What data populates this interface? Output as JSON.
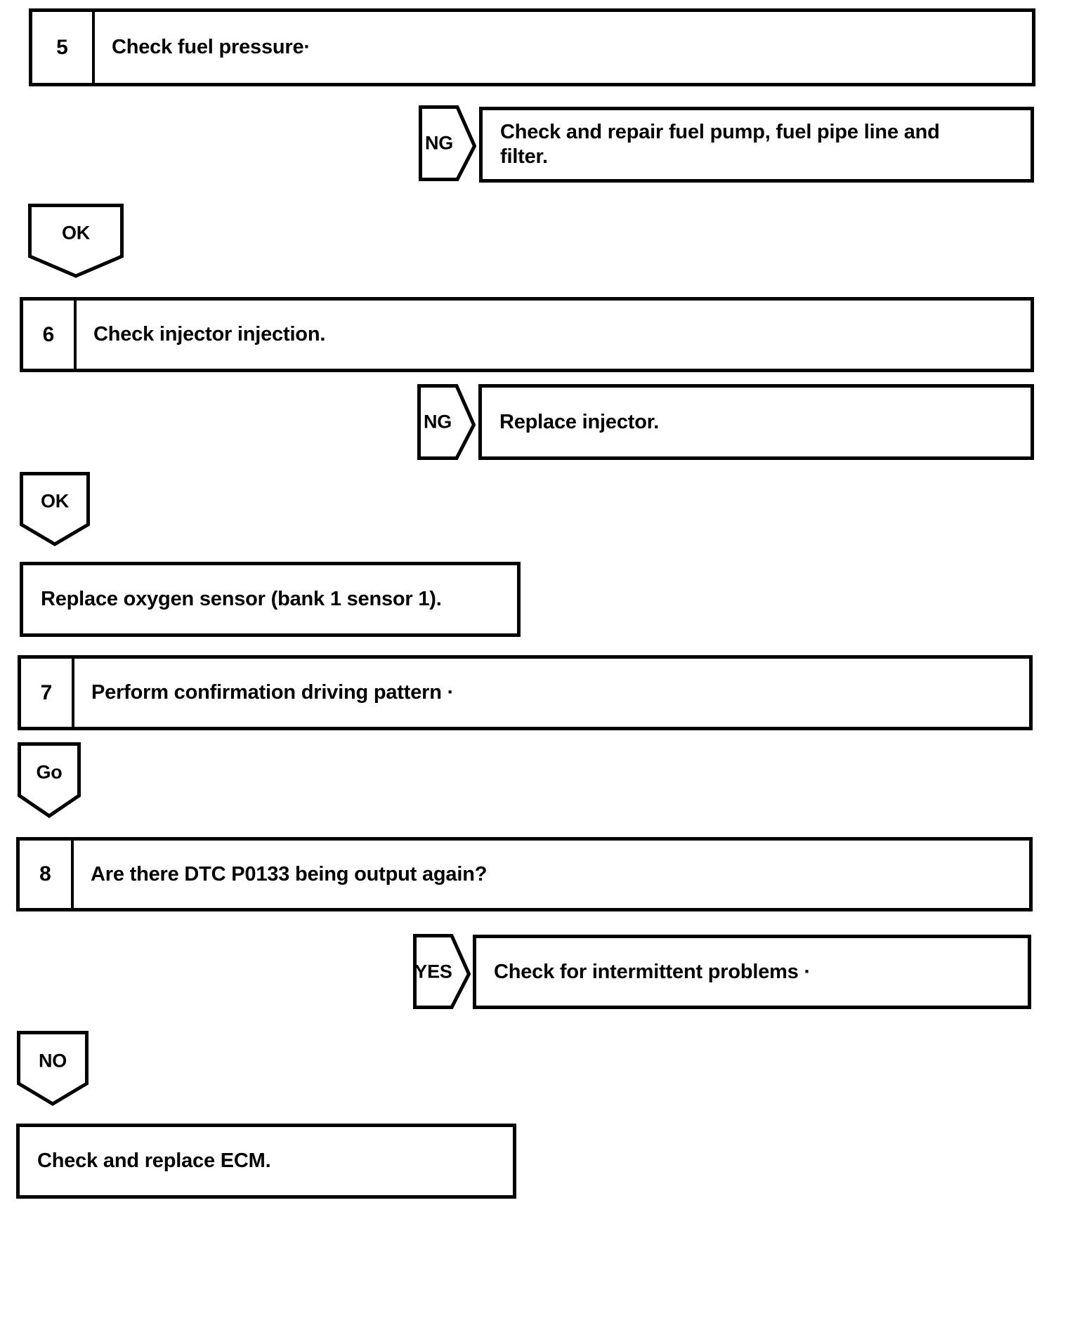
{
  "document_type": "diagnostic-flowchart",
  "colors": {
    "ink": "#000000",
    "paper": "#ffffff"
  },
  "flowchart": {
    "step5": {
      "number": "5",
      "label": "Check fuel pressure·"
    },
    "ng1": {
      "label": "NG"
    },
    "action_fuel_pump": {
      "label": "Check and repair fuel pump, fuel pipe line and filter."
    },
    "ok1": {
      "label": "OK"
    },
    "step6": {
      "number": "6",
      "label": "Check injector injection."
    },
    "ng2": {
      "label": "NG"
    },
    "action_replace_injector": {
      "label": "Replace injector."
    },
    "ok2": {
      "label": "OK"
    },
    "action_replace_oxygen_sensor": {
      "label": "Replace oxygen sensor (bank 1 sensor 1)."
    },
    "step7": {
      "number": "7",
      "label": "Perform confirmation driving pattern ·"
    },
    "go1": {
      "label": "Go"
    },
    "step8": {
      "number": "8",
      "label": "Are there DTC P0133 being output again?"
    },
    "yes1": {
      "label": "YES"
    },
    "action_intermittent": {
      "label": "Check for intermittent problems ·"
    },
    "no1": {
      "label": "NO"
    },
    "action_ecm": {
      "label": "Check and replace ECM."
    }
  }
}
